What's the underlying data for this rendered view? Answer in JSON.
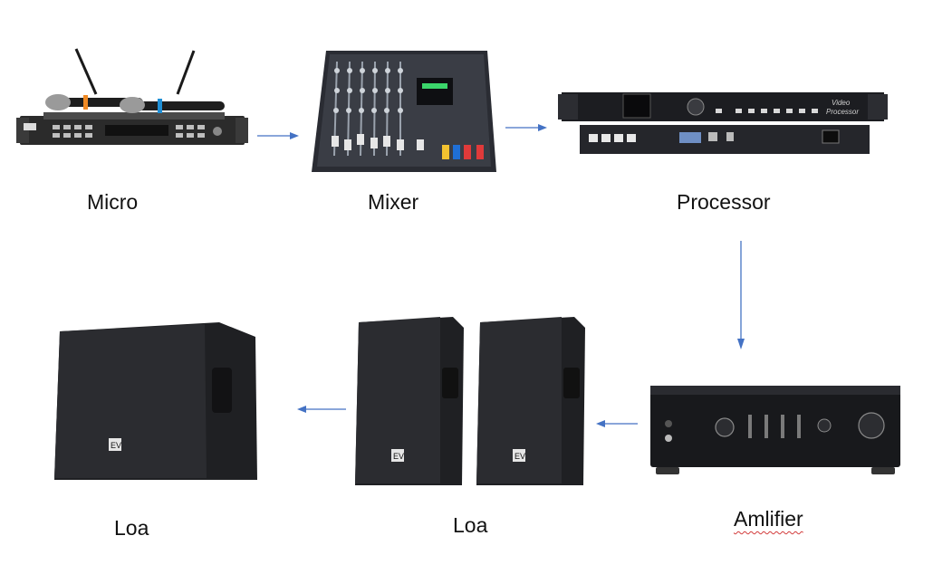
{
  "diagram": {
    "nodes": [
      {
        "id": "micro",
        "label": "Micro",
        "icon": "wireless-microphone-receiver-icon"
      },
      {
        "id": "mixer",
        "label": "Mixer",
        "icon": "audio-mixer-icon"
      },
      {
        "id": "processor",
        "label": "Processor",
        "icon": "video-processor-icon"
      },
      {
        "id": "amplifier",
        "label": "Amlifier",
        "icon": "amplifier-icon"
      },
      {
        "id": "loa-pair",
        "label": "Loa",
        "icon": "speaker-pair-icon"
      },
      {
        "id": "loa-sub",
        "label": "Loa",
        "icon": "subwoofer-icon"
      }
    ],
    "edges": [
      {
        "from": "micro",
        "to": "mixer"
      },
      {
        "from": "mixer",
        "to": "processor"
      },
      {
        "from": "processor",
        "to": "amplifier"
      },
      {
        "from": "amplifier",
        "to": "loa-pair"
      },
      {
        "from": "loa-pair",
        "to": "loa-sub"
      }
    ],
    "arrow_color": "#4472c4",
    "spellcheck_underline_color": "#d23b3b",
    "device_logos": {
      "processor_panel": "Video Processor",
      "speaker_badge": "EV"
    }
  }
}
